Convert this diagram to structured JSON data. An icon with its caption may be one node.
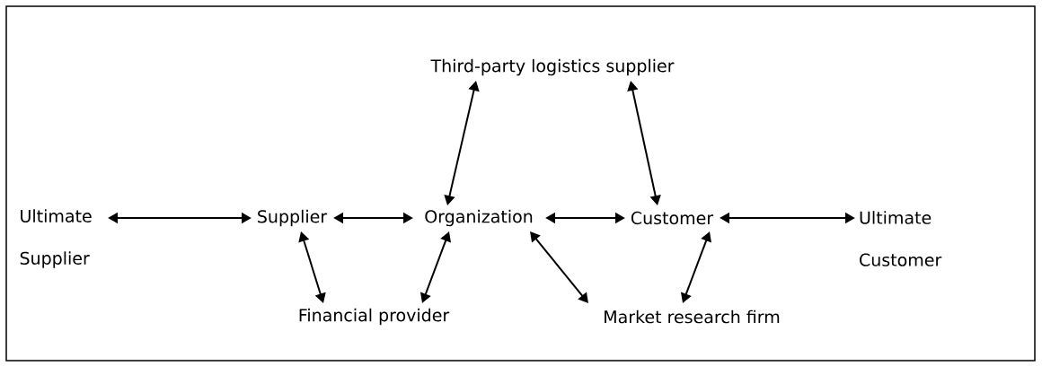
{
  "diagram": {
    "nodes": [
      {
        "text": [
          "Ultimate Supplier"
        ]
      },
      {
        "text": [
          "Supplier"
        ]
      },
      {
        "text": [
          "Organization"
        ]
      },
      {
        "text": [
          "Customer"
        ]
      },
      {
        "text": [
          "Ultimate Customer"
        ]
      },
      {
        "text": [
          "Third-party logistics supplier"
        ]
      },
      {
        "text": [
          "Financial provider"
        ]
      },
      {
        "text": [
          "Market research firm"
        ]
      }
    ],
    "edges": [
      {
        "from": 0,
        "to": 1,
        "arrow": "both"
      },
      {
        "from": 1,
        "to": 2,
        "arrow": "both"
      },
      {
        "from": 2,
        "to": 3,
        "arrow": "both"
      },
      {
        "from": 3,
        "to": 4,
        "arrow": "both"
      },
      {
        "from": 2,
        "to": 5,
        "arrow": "both"
      },
      {
        "from": 3,
        "to": 5,
        "arrow": "both"
      },
      {
        "from": 1,
        "to": 6,
        "arrow": "both"
      },
      {
        "from": 2,
        "to": 6,
        "arrow": "both"
      },
      {
        "from": 2,
        "to": 7,
        "arrow": "both"
      },
      {
        "from": 3,
        "to": 7,
        "arrow": "both"
      }
    ]
  }
}
